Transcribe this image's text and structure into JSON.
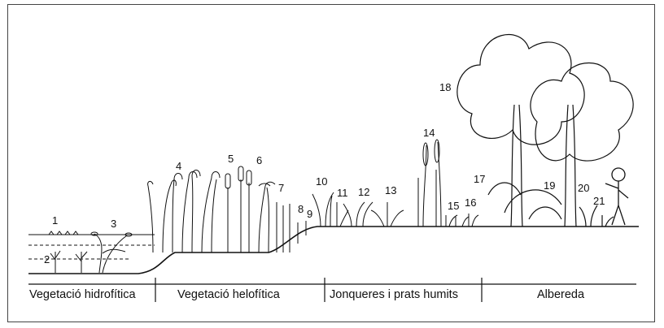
{
  "zones": [
    {
      "label": "Vegetació hidrofítica"
    },
    {
      "label": "Vegetació helofítica"
    },
    {
      "label": "Jonqueres i prats humits"
    },
    {
      "label": "Albereda"
    }
  ],
  "markers": [
    "1",
    "2",
    "3",
    "4",
    "5",
    "6",
    "7",
    "8",
    "9",
    "10",
    "11",
    "12",
    "13",
    "14",
    "15",
    "16",
    "17",
    "18",
    "19",
    "20",
    "21"
  ],
  "colors": {
    "ink": "#111111",
    "paper": "#ffffff"
  }
}
